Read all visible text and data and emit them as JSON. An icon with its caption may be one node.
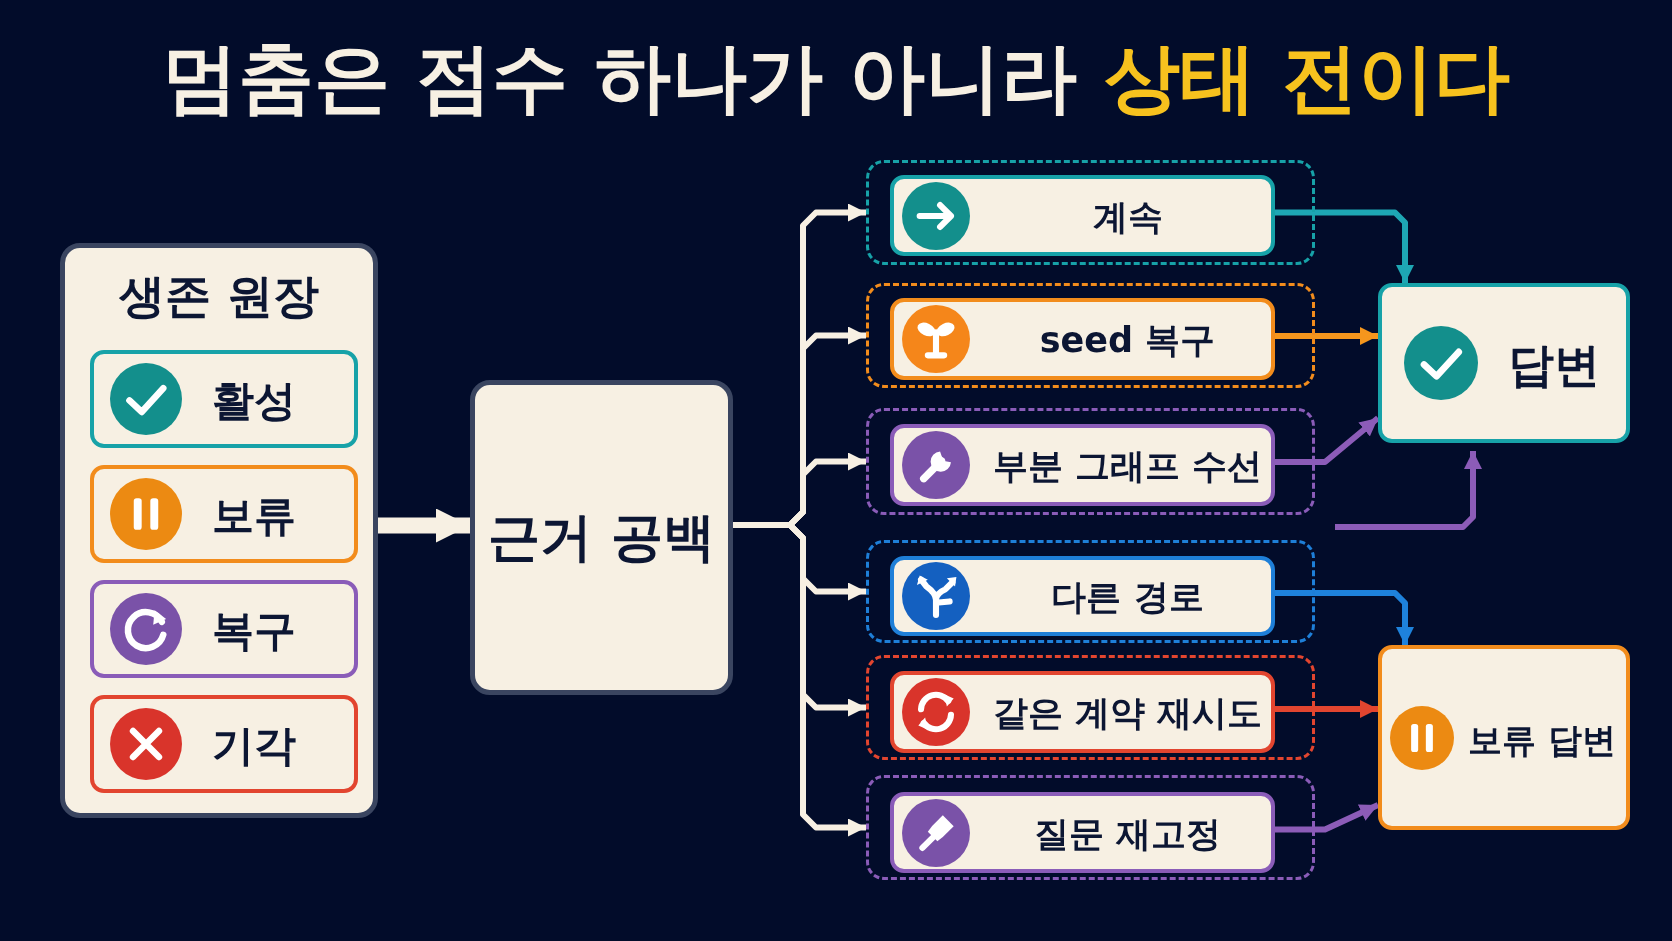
{
  "diagram": {
    "title": "멈춤은 점수 하나가 아니라 **상태 전이다**",
    "nodes": [
      {
        "text": [
          "생존 원장"
        ]
      },
      {
        "text": [
          "활성"
        ],
        "in": 0
      },
      {
        "text": [
          "보류"
        ],
        "in": 0
      },
      {
        "text": [
          "복구"
        ],
        "in": 0
      },
      {
        "text": [
          "기각"
        ],
        "in": 0
      },
      {
        "text": [
          "근거 공백"
        ]
      },
      {
        "text": [],
        "shape": "box"
      },
      {
        "text": [
          "계속"
        ],
        "in": 6
      },
      {
        "text": [],
        "shape": "box"
      },
      {
        "text": [
          "seed 복구"
        ],
        "in": 8
      },
      {
        "text": [],
        "shape": "box"
      },
      {
        "text": [
          "부분 그래프 수선"
        ],
        "in": 10
      },
      {
        "text": [],
        "shape": "box"
      },
      {
        "text": [
          "다른 경로"
        ],
        "in": 12
      },
      {
        "text": [],
        "shape": "box"
      },
      {
        "text": [
          "같은 계약 재시도"
        ],
        "in": 14
      },
      {
        "text": [],
        "shape": "box"
      },
      {
        "text": [
          "질문 재고정"
        ],
        "in": 16
      },
      {
        "text": [
          "답변"
        ]
      },
      {
        "text": [
          "보류 답변"
        ]
      }
    ],
    "edges": [
      {
        "from": 0,
        "to": 5,
        "arrow": "to",
        "style": "thick"
      },
      {
        "from": 5,
        "to": 6,
        "arrow": "to"
      },
      {
        "from": 5,
        "to": 8,
        "arrow": "to"
      },
      {
        "from": 5,
        "to": 10,
        "arrow": "to"
      },
      {
        "from": 5,
        "to": 12,
        "arrow": "to"
      },
      {
        "from": 5,
        "to": 14,
        "arrow": "to"
      },
      {
        "from": 5,
        "to": 16,
        "arrow": "to"
      },
      {
        "from": 7,
        "to": 18,
        "arrow": "to",
        "color": "#1ea7b4"
      },
      {
        "from": 9,
        "to": 18,
        "arrow": "to",
        "color": "#f5961d"
      },
      {
        "from": 11,
        "to": 18,
        "arrow": "to",
        "color": "#8c5cb8"
      },
      {
        "from": null,
        "to": 18,
        "arrow": "to",
        "color": "#8c5cb8"
      },
      {
        "from": 13,
        "to": 19,
        "arrow": "to",
        "color": "#1e82dc"
      },
      {
        "from": 15,
        "to": 19,
        "arrow": "to",
        "color": "#e2452f"
      },
      {
        "from": 17,
        "to": 19,
        "arrow": "to",
        "color": "#8c5cb8"
      }
    ]
  }
}
